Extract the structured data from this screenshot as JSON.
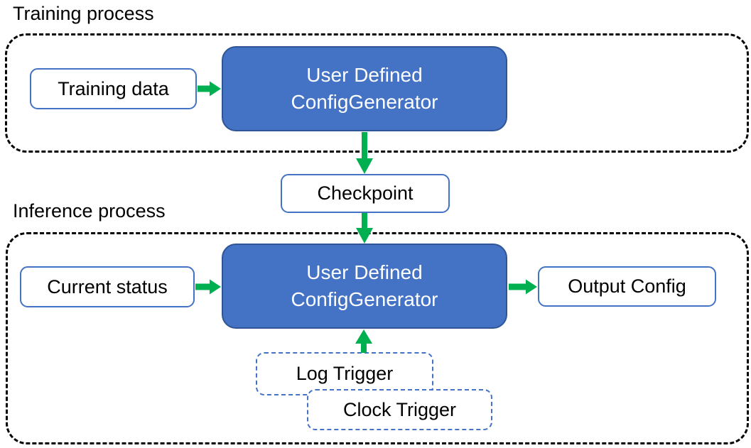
{
  "colors": {
    "generator_fill": "#4472C4",
    "generator_border": "#2F5597",
    "generator_text": "#FFFFFF",
    "io_box_border": "#4472C4",
    "trigger_border": "#4472C4",
    "arrow_green": "#00B050",
    "container_dash": "#000000",
    "label_text": "#000000"
  },
  "training": {
    "section_label": "Training process",
    "input_label": "Training data",
    "generator_line1": "User Defined",
    "generator_line2": "ConfigGenerator"
  },
  "checkpoint_label": "Checkpoint",
  "inference": {
    "section_label": "Inference process",
    "input_label": "Current status",
    "generator_line1": "User Defined",
    "generator_line2": "ConfigGenerator",
    "output_label": "Output Config",
    "triggers": [
      {
        "label": "Log Trigger"
      },
      {
        "label": "Clock Trigger"
      }
    ]
  }
}
